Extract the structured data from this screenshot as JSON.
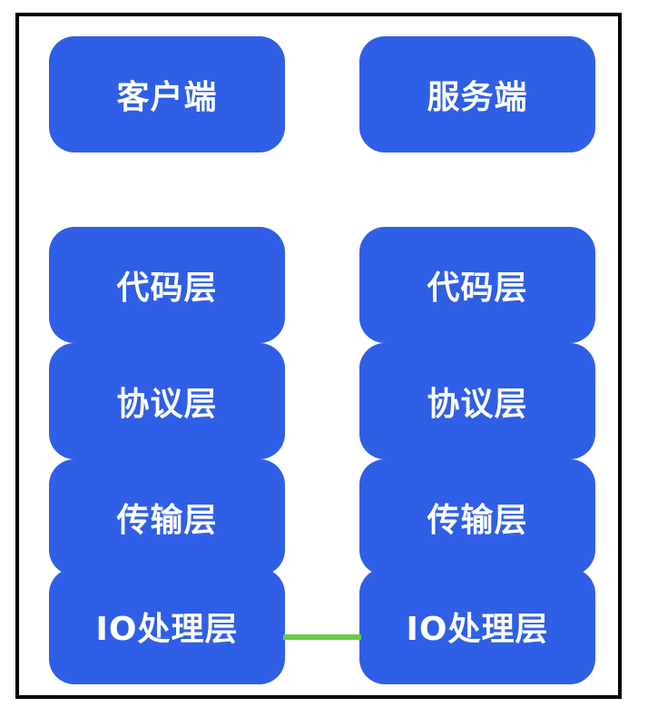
{
  "columns": {
    "client": {
      "title": "客户端",
      "layers": [
        "代码层",
        "协议层",
        "传输层",
        "IO处理层"
      ]
    },
    "server": {
      "title": "服务端",
      "layers": [
        "代码层",
        "协议层",
        "传输层",
        "IO处理层"
      ]
    }
  },
  "colors": {
    "node_fill": "#2f5fe6",
    "node_text": "#ffffff",
    "connector": "#66cc44",
    "frame": "#000000"
  }
}
